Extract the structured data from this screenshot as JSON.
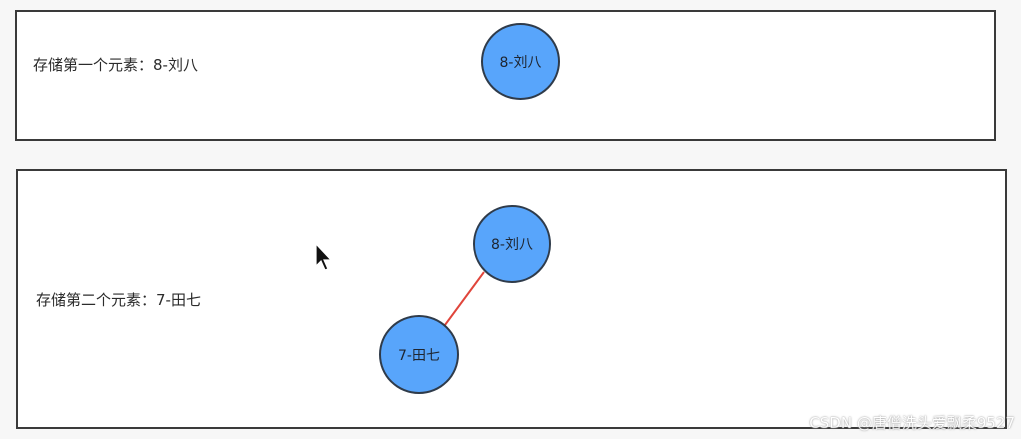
{
  "panels": [
    {
      "caption": "存储第一个元素：8-刘八",
      "nodes": [
        "8-刘八"
      ]
    },
    {
      "caption": "存储第二个元素：7-田七",
      "nodes": [
        "8-刘八",
        "7-田七"
      ]
    }
  ],
  "colors": {
    "node_fill": "#58a5fb",
    "node_border": "#2f3b4a",
    "edge": "#e0453b",
    "panel_border": "#3a3a3a"
  },
  "watermark": "CSDN @唐僧洗头爱飘柔9527"
}
